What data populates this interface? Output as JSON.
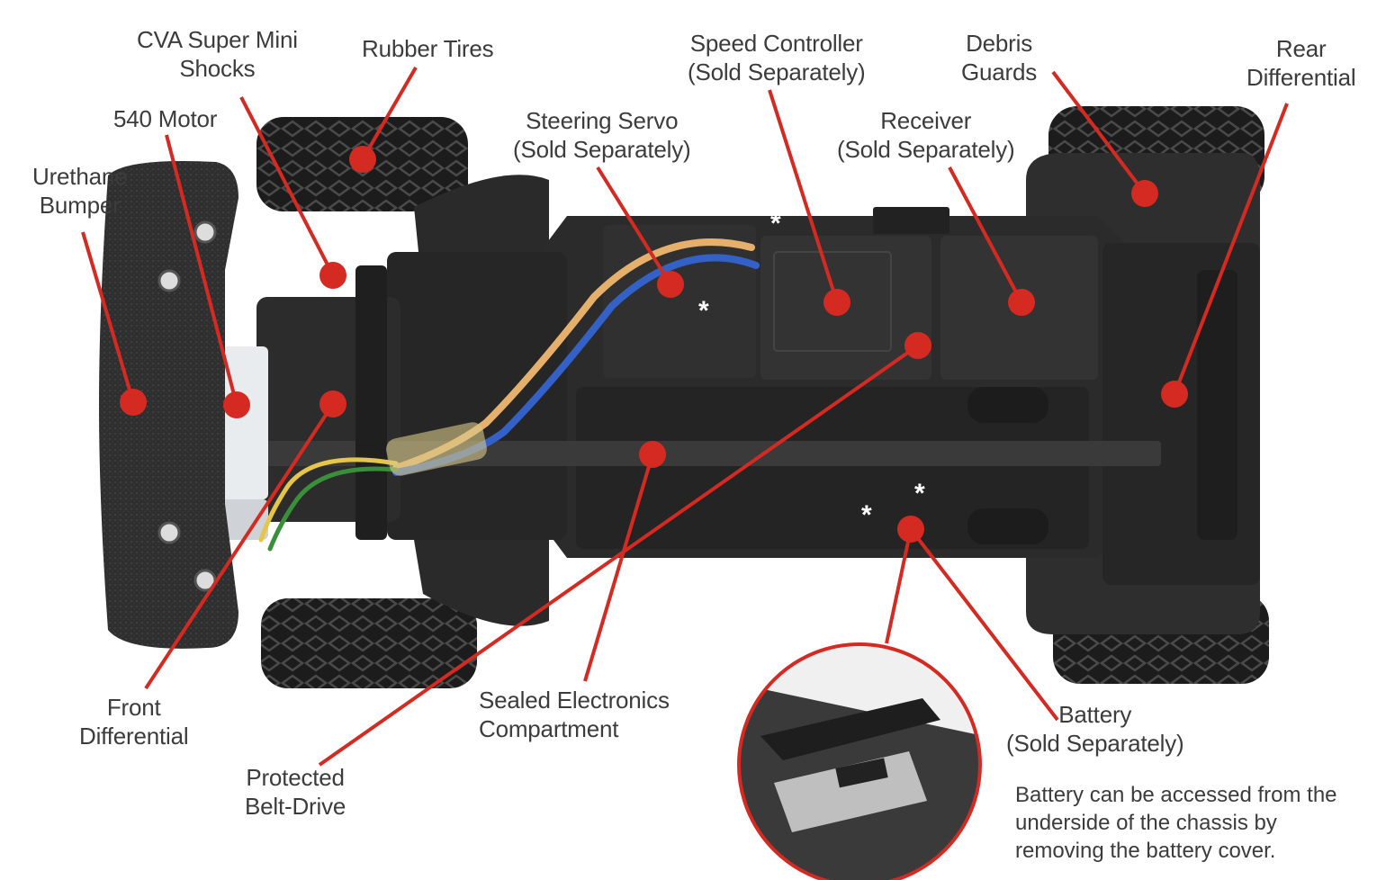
{
  "diagram": {
    "colors": {
      "callout": "#d42a22",
      "chassis": "#2b2b2b",
      "tire": "#1f1f1f",
      "text": "#3c3c3c",
      "wire_blue": "#3461c7",
      "wire_orange": "#e5b06c"
    },
    "labels": {
      "cva_shocks": [
        "CVA Super Mini",
        "Shocks"
      ],
      "rubber_tires": [
        "Rubber Tires"
      ],
      "motor_540": [
        "540 Motor"
      ],
      "urethane_bumper": [
        "Urethane",
        "Bumper"
      ],
      "steering_servo": [
        "Steering Servo",
        "(Sold Separately)"
      ],
      "speed_controller": [
        "Speed Controller",
        "(Sold Separately)"
      ],
      "debris_guards": [
        "Debris",
        "Guards"
      ],
      "rear_differential": [
        "Rear",
        "Differential"
      ],
      "receiver": [
        "Receiver",
        "(Sold Separately)"
      ],
      "front_differential": [
        "Front",
        "Differential"
      ],
      "sealed_electronics": [
        "Sealed Electronics",
        "Compartment"
      ],
      "protected_belt_drive": [
        "Protected",
        "Belt-Drive"
      ],
      "battery": [
        "Battery",
        "(Sold Separately)"
      ]
    },
    "battery_note": [
      "Battery can be accessed from the",
      "underside of the chassis by",
      "removing the battery cover."
    ]
  }
}
